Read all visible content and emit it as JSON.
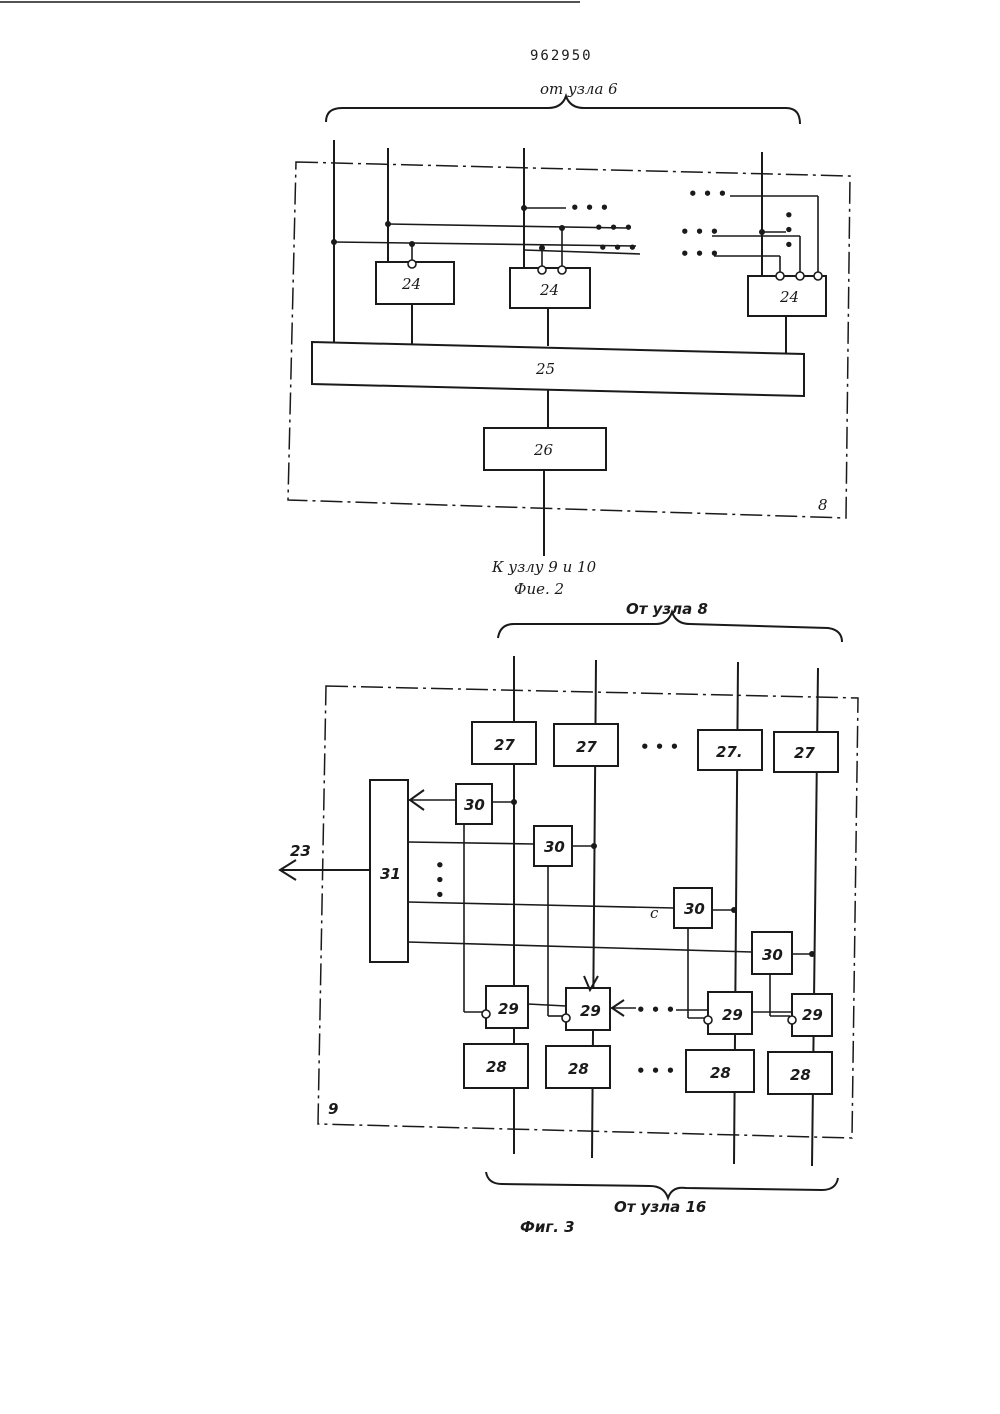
{
  "page_number": "962950",
  "fig2": {
    "top_label": "от узла 6",
    "bottom_label": "К узлу 9 и 10",
    "caption": "Фие. 2",
    "frame_label": "8",
    "blocks": {
      "b24": "24",
      "b25": "25",
      "b26": "26"
    },
    "ellipsis": "• • •"
  },
  "fig3": {
    "top_label": "От узла 8",
    "bottom_label": "От узла 16",
    "caption": "Фиг. 3",
    "frame_label": "9",
    "output_label": "23",
    "blocks": {
      "b27": "27",
      "b27b": "27.",
      "b28": "28",
      "b29": "29",
      "b30": "30",
      "b31": "31",
      "c": "с"
    },
    "ellipsis": "• • •"
  }
}
